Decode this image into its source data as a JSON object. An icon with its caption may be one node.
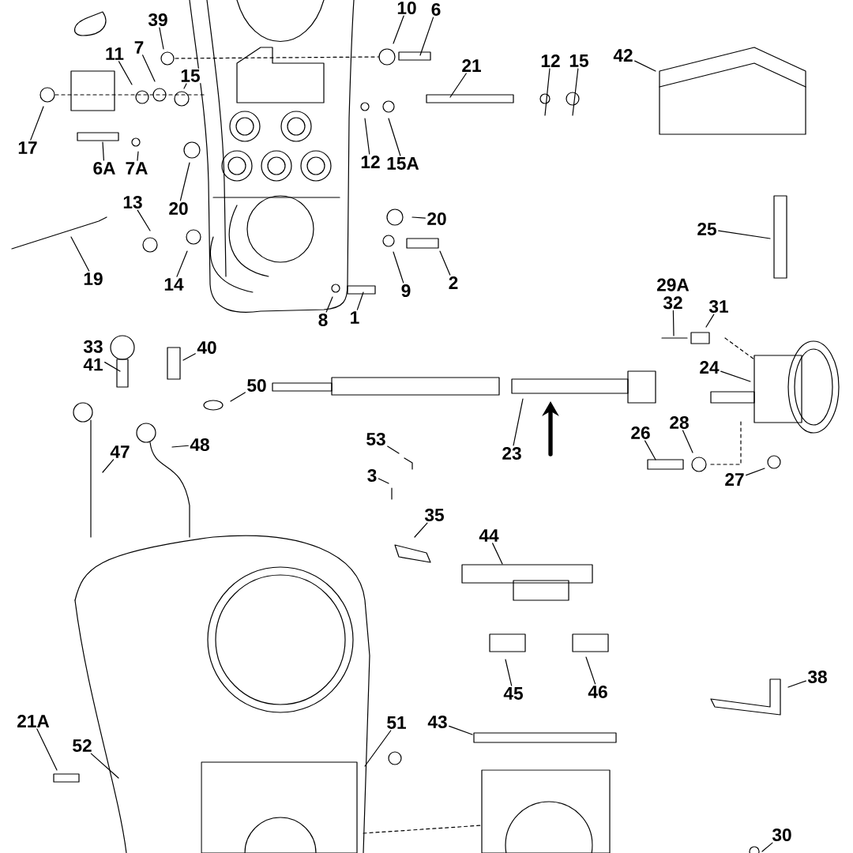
{
  "diagram": {
    "nodes": [
      {
        "text": [
          "39"
        ]
      },
      {
        "text": [
          "11"
        ]
      },
      {
        "text": [
          "7"
        ]
      },
      {
        "text": [
          "15"
        ]
      },
      {
        "text": [
          "17"
        ]
      },
      {
        "text": [
          "6A"
        ]
      },
      {
        "text": [
          "7A"
        ]
      },
      {
        "text": [
          "10"
        ]
      },
      {
        "text": [
          "6"
        ]
      },
      {
        "text": [
          "21"
        ]
      },
      {
        "text": [
          "12"
        ]
      },
      {
        "text": [
          "15"
        ]
      },
      {
        "text": [
          "42"
        ]
      },
      {
        "text": [
          "12"
        ]
      },
      {
        "text": [
          "15A"
        ]
      },
      {
        "text": [
          "20"
        ]
      },
      {
        "text": [
          "20"
        ]
      },
      {
        "text": [
          "13"
        ]
      },
      {
        "text": [
          "14"
        ]
      },
      {
        "text": [
          "19"
        ]
      },
      {
        "text": [
          "9"
        ]
      },
      {
        "text": [
          "2"
        ]
      },
      {
        "text": [
          "8"
        ]
      },
      {
        "text": [
          "1"
        ]
      },
      {
        "text": [
          "25"
        ]
      },
      {
        "text": [
          "29A",
          "32"
        ]
      },
      {
        "text": [
          "31"
        ]
      },
      {
        "text": [
          "24"
        ]
      },
      {
        "text": [
          "33",
          "41"
        ]
      },
      {
        "text": [
          "40"
        ]
      },
      {
        "text": [
          "50"
        ]
      },
      {
        "text": [
          "47"
        ]
      },
      {
        "text": [
          "48"
        ]
      },
      {
        "text": [
          "53"
        ]
      },
      {
        "text": [
          "3"
        ]
      },
      {
        "text": [
          "35"
        ]
      },
      {
        "text": [
          "23"
        ]
      },
      {
        "text": [
          "26"
        ]
      },
      {
        "text": [
          "28"
        ]
      },
      {
        "text": [
          "27"
        ]
      },
      {
        "text": [
          "44"
        ]
      },
      {
        "text": [
          "45"
        ]
      },
      {
        "text": [
          "46"
        ]
      },
      {
        "text": [
          "38"
        ]
      },
      {
        "text": [
          "43"
        ]
      },
      {
        "text": [
          "51"
        ]
      },
      {
        "text": [
          "21A"
        ]
      },
      {
        "text": [
          "52"
        ]
      },
      {
        "text": [
          "30"
        ]
      }
    ],
    "edges": [
      {
        "from": 0,
        "to": null,
        "arrow": "none"
      },
      {
        "from": 1,
        "to": null,
        "arrow": "none"
      },
      {
        "from": 2,
        "to": null,
        "arrow": "none"
      },
      {
        "from": 3,
        "to": null,
        "arrow": "none"
      },
      {
        "from": 4,
        "to": null,
        "arrow": "none"
      },
      {
        "from": 5,
        "to": null,
        "arrow": "none"
      },
      {
        "from": 6,
        "to": null,
        "arrow": "none"
      },
      {
        "from": 7,
        "to": null,
        "arrow": "none"
      },
      {
        "from": 8,
        "to": null,
        "arrow": "none"
      },
      {
        "from": 9,
        "to": null,
        "arrow": "none"
      },
      {
        "from": 10,
        "to": null,
        "arrow": "none"
      },
      {
        "from": 11,
        "to": null,
        "arrow": "none"
      },
      {
        "from": 12,
        "to": null,
        "arrow": "none"
      },
      {
        "from": 13,
        "to": null,
        "arrow": "none"
      },
      {
        "from": 14,
        "to": null,
        "arrow": "none"
      },
      {
        "from": 15,
        "to": null,
        "arrow": "none"
      },
      {
        "from": 16,
        "to": null,
        "arrow": "none"
      },
      {
        "from": 17,
        "to": null,
        "arrow": "none"
      },
      {
        "from": 18,
        "to": null,
        "arrow": "none"
      },
      {
        "from": 19,
        "to": null,
        "arrow": "none"
      },
      {
        "from": 20,
        "to": null,
        "arrow": "none"
      },
      {
        "from": 21,
        "to": null,
        "arrow": "none"
      },
      {
        "from": 22,
        "to": null,
        "arrow": "none"
      },
      {
        "from": 23,
        "to": null,
        "arrow": "none"
      },
      {
        "from": 24,
        "to": null,
        "arrow": "none"
      },
      {
        "from": 25,
        "to": null,
        "arrow": "none"
      },
      {
        "from": 26,
        "to": null,
        "arrow": "none"
      },
      {
        "from": 27,
        "to": null,
        "arrow": "none"
      },
      {
        "from": 28,
        "to": null,
        "arrow": "none"
      },
      {
        "from": 29,
        "to": null,
        "arrow": "none"
      },
      {
        "from": 30,
        "to": null,
        "arrow": "none"
      },
      {
        "from": 31,
        "to": null,
        "arrow": "none"
      },
      {
        "from": 32,
        "to": null,
        "arrow": "none"
      },
      {
        "from": 33,
        "to": null,
        "arrow": "none"
      },
      {
        "from": 34,
        "to": null,
        "arrow": "none"
      },
      {
        "from": 35,
        "to": null,
        "arrow": "none"
      },
      {
        "from": 36,
        "to": null,
        "arrow": "none"
      },
      {
        "from": 37,
        "to": null,
        "arrow": "none"
      },
      {
        "from": 38,
        "to": null,
        "arrow": "none"
      },
      {
        "from": 39,
        "to": null,
        "arrow": "none"
      },
      {
        "from": 40,
        "to": null,
        "arrow": "none"
      },
      {
        "from": 41,
        "to": null,
        "arrow": "none"
      },
      {
        "from": 42,
        "to": null,
        "arrow": "none"
      },
      {
        "from": 43,
        "to": null,
        "arrow": "none"
      },
      {
        "from": 44,
        "to": null,
        "arrow": "none"
      },
      {
        "from": 45,
        "to": null,
        "arrow": "none"
      },
      {
        "from": 46,
        "to": null,
        "arrow": "none"
      },
      {
        "from": 47,
        "to": null,
        "arrow": "none"
      },
      {
        "from": 48,
        "to": null,
        "arrow": "none"
      }
    ]
  }
}
